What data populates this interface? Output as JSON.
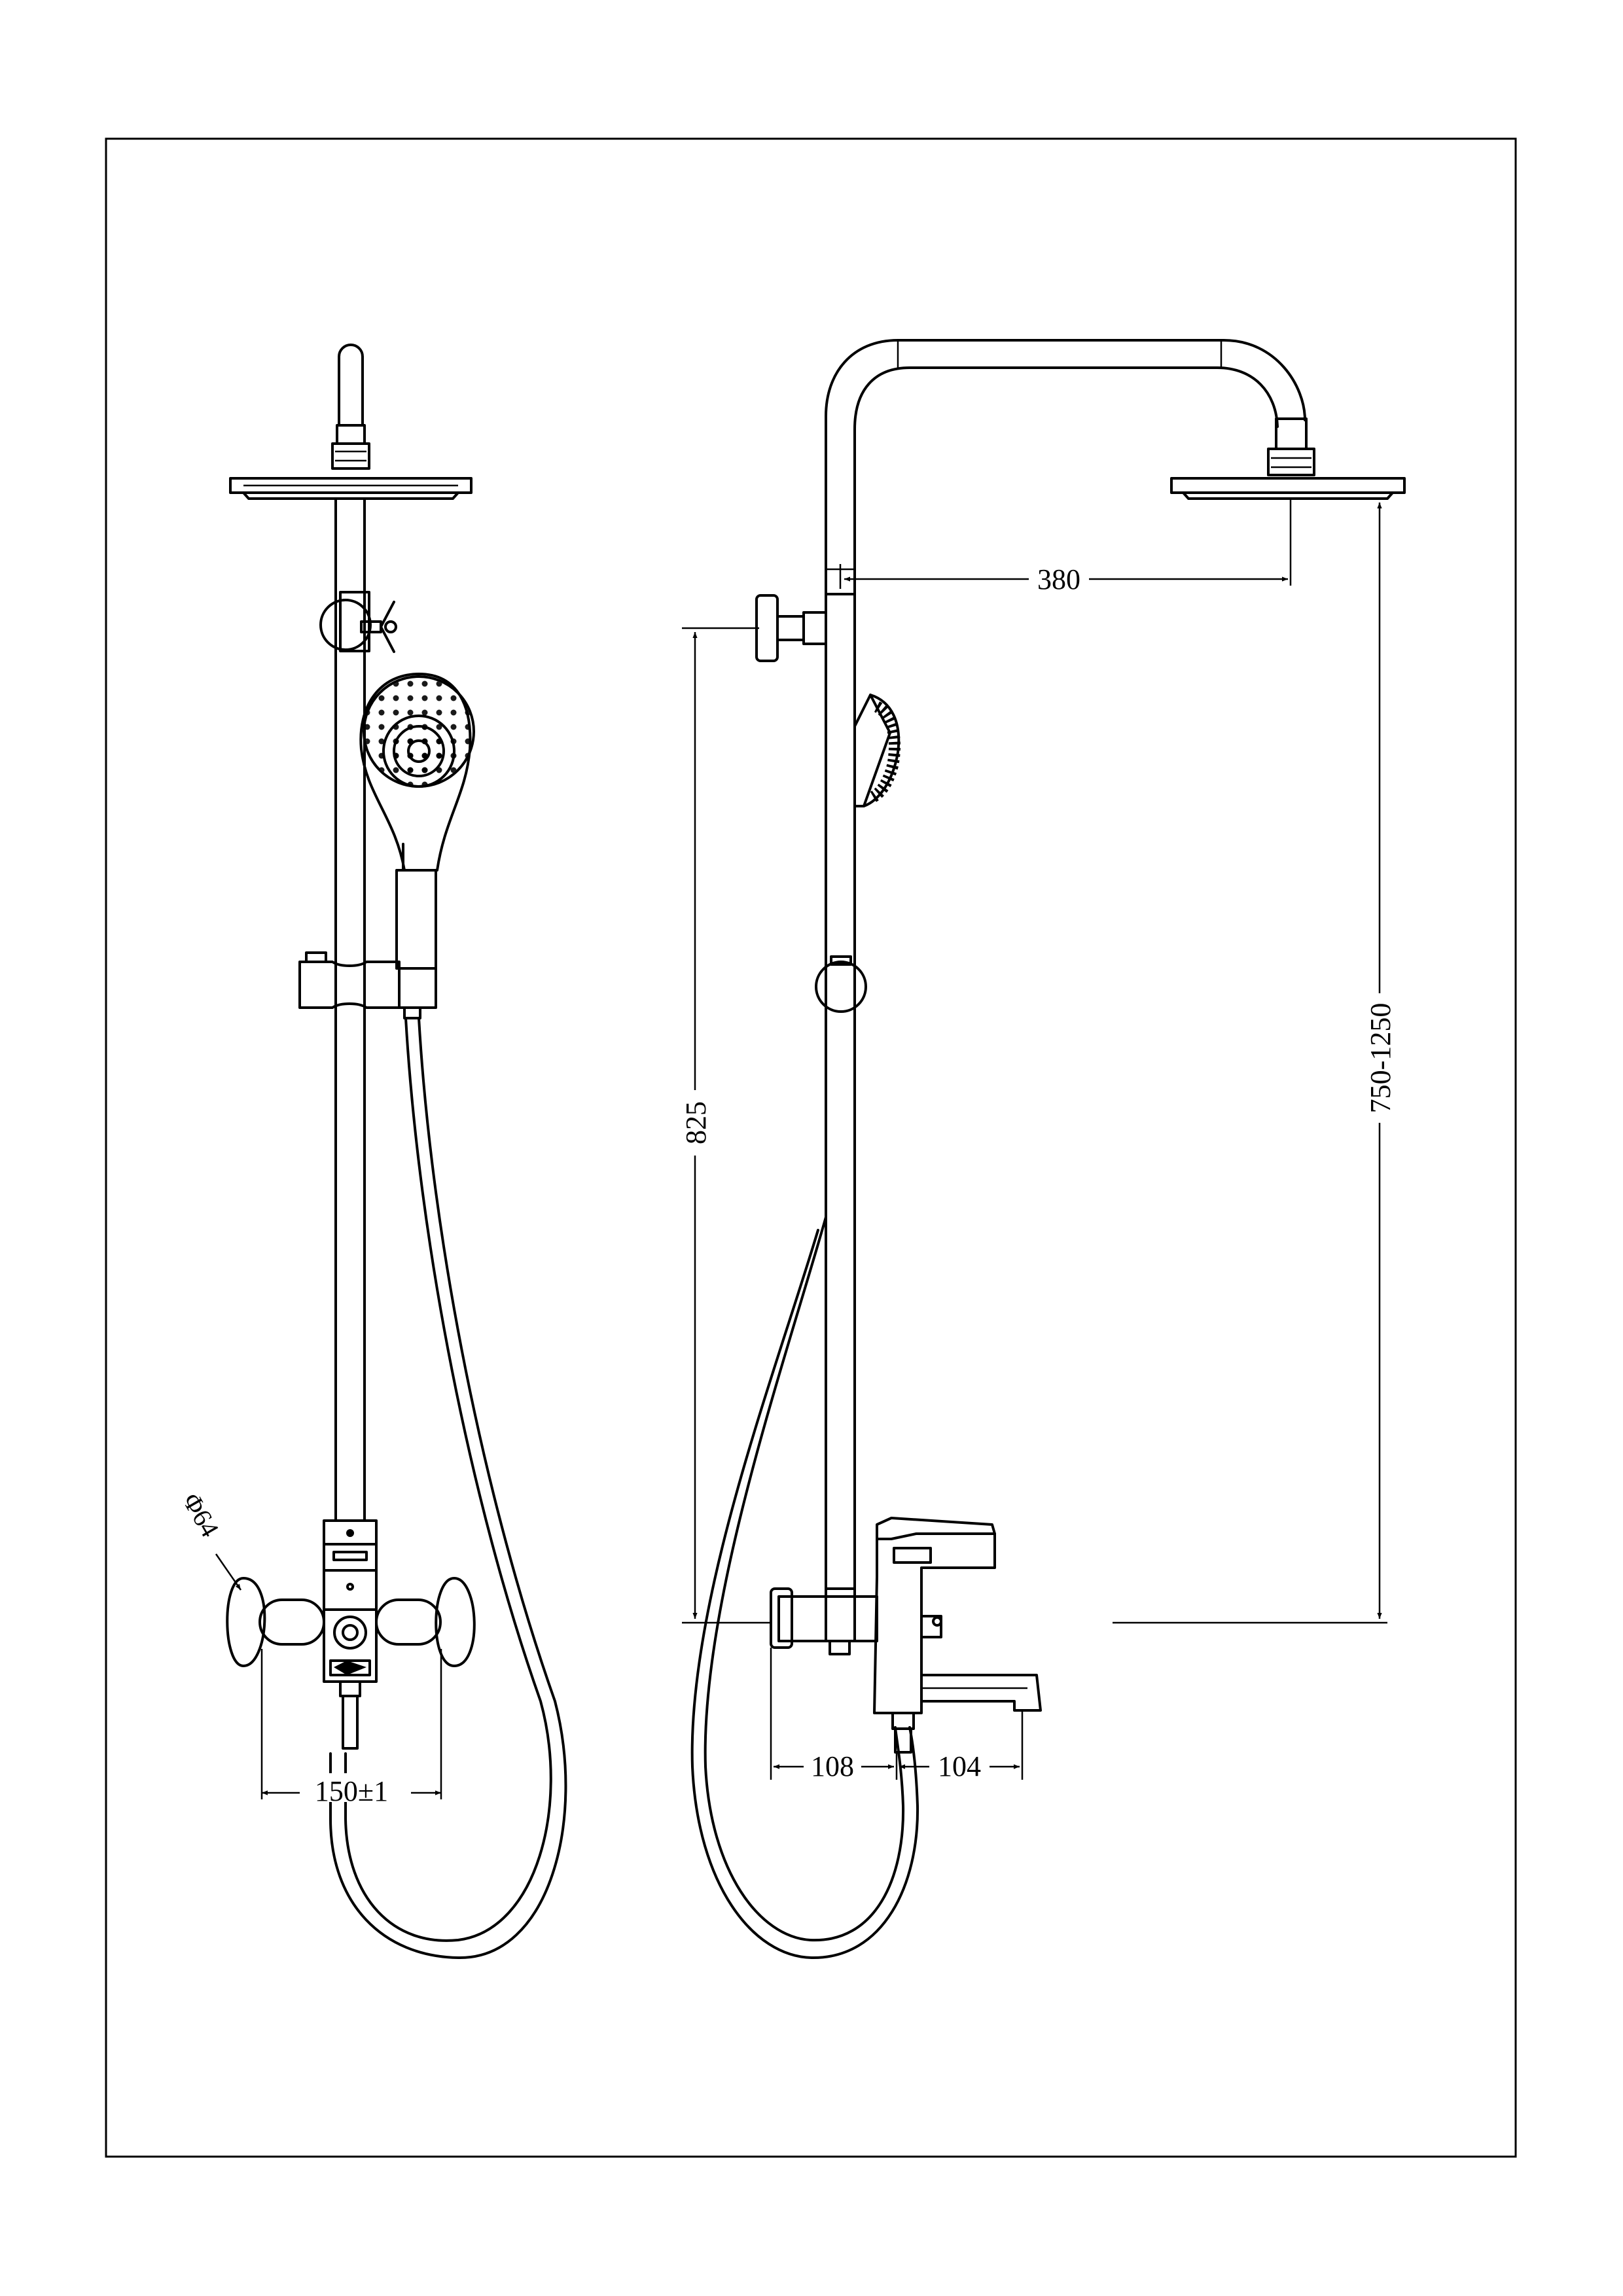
{
  "drawing": {
    "dimensions": {
      "head_projection": "380",
      "outlet_to_head_height": "750-1250",
      "outlet_to_holder_height": "825",
      "mixer_centers": "150±1",
      "escutcheon_diameter": "Φ64",
      "wall_to_mixer": "108",
      "mixer_to_spout": "104"
    }
  }
}
